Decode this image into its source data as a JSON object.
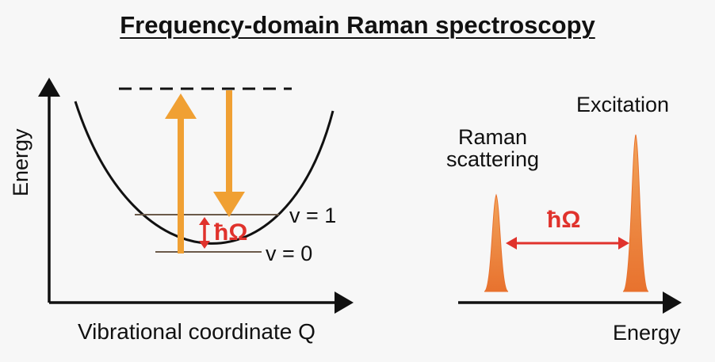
{
  "title": "Frequency-domain Raman spectroscopy",
  "left_panel": {
    "y_axis_label": "Energy",
    "x_axis_label": "Vibrational coordinate Q",
    "level_v1": "v = 1",
    "level_v0": "v = 0",
    "energy_gap": "ħΩ"
  },
  "right_panel": {
    "raman_label_line1": "Raman",
    "raman_label_line2": "scattering",
    "excitation_label": "Excitation",
    "shift_label": "ħΩ",
    "x_axis_label": "Energy"
  },
  "colors": {
    "orange": "#f0a033",
    "red": "#e0322c",
    "axis": "#111111",
    "levels": "#6b5a4a"
  }
}
